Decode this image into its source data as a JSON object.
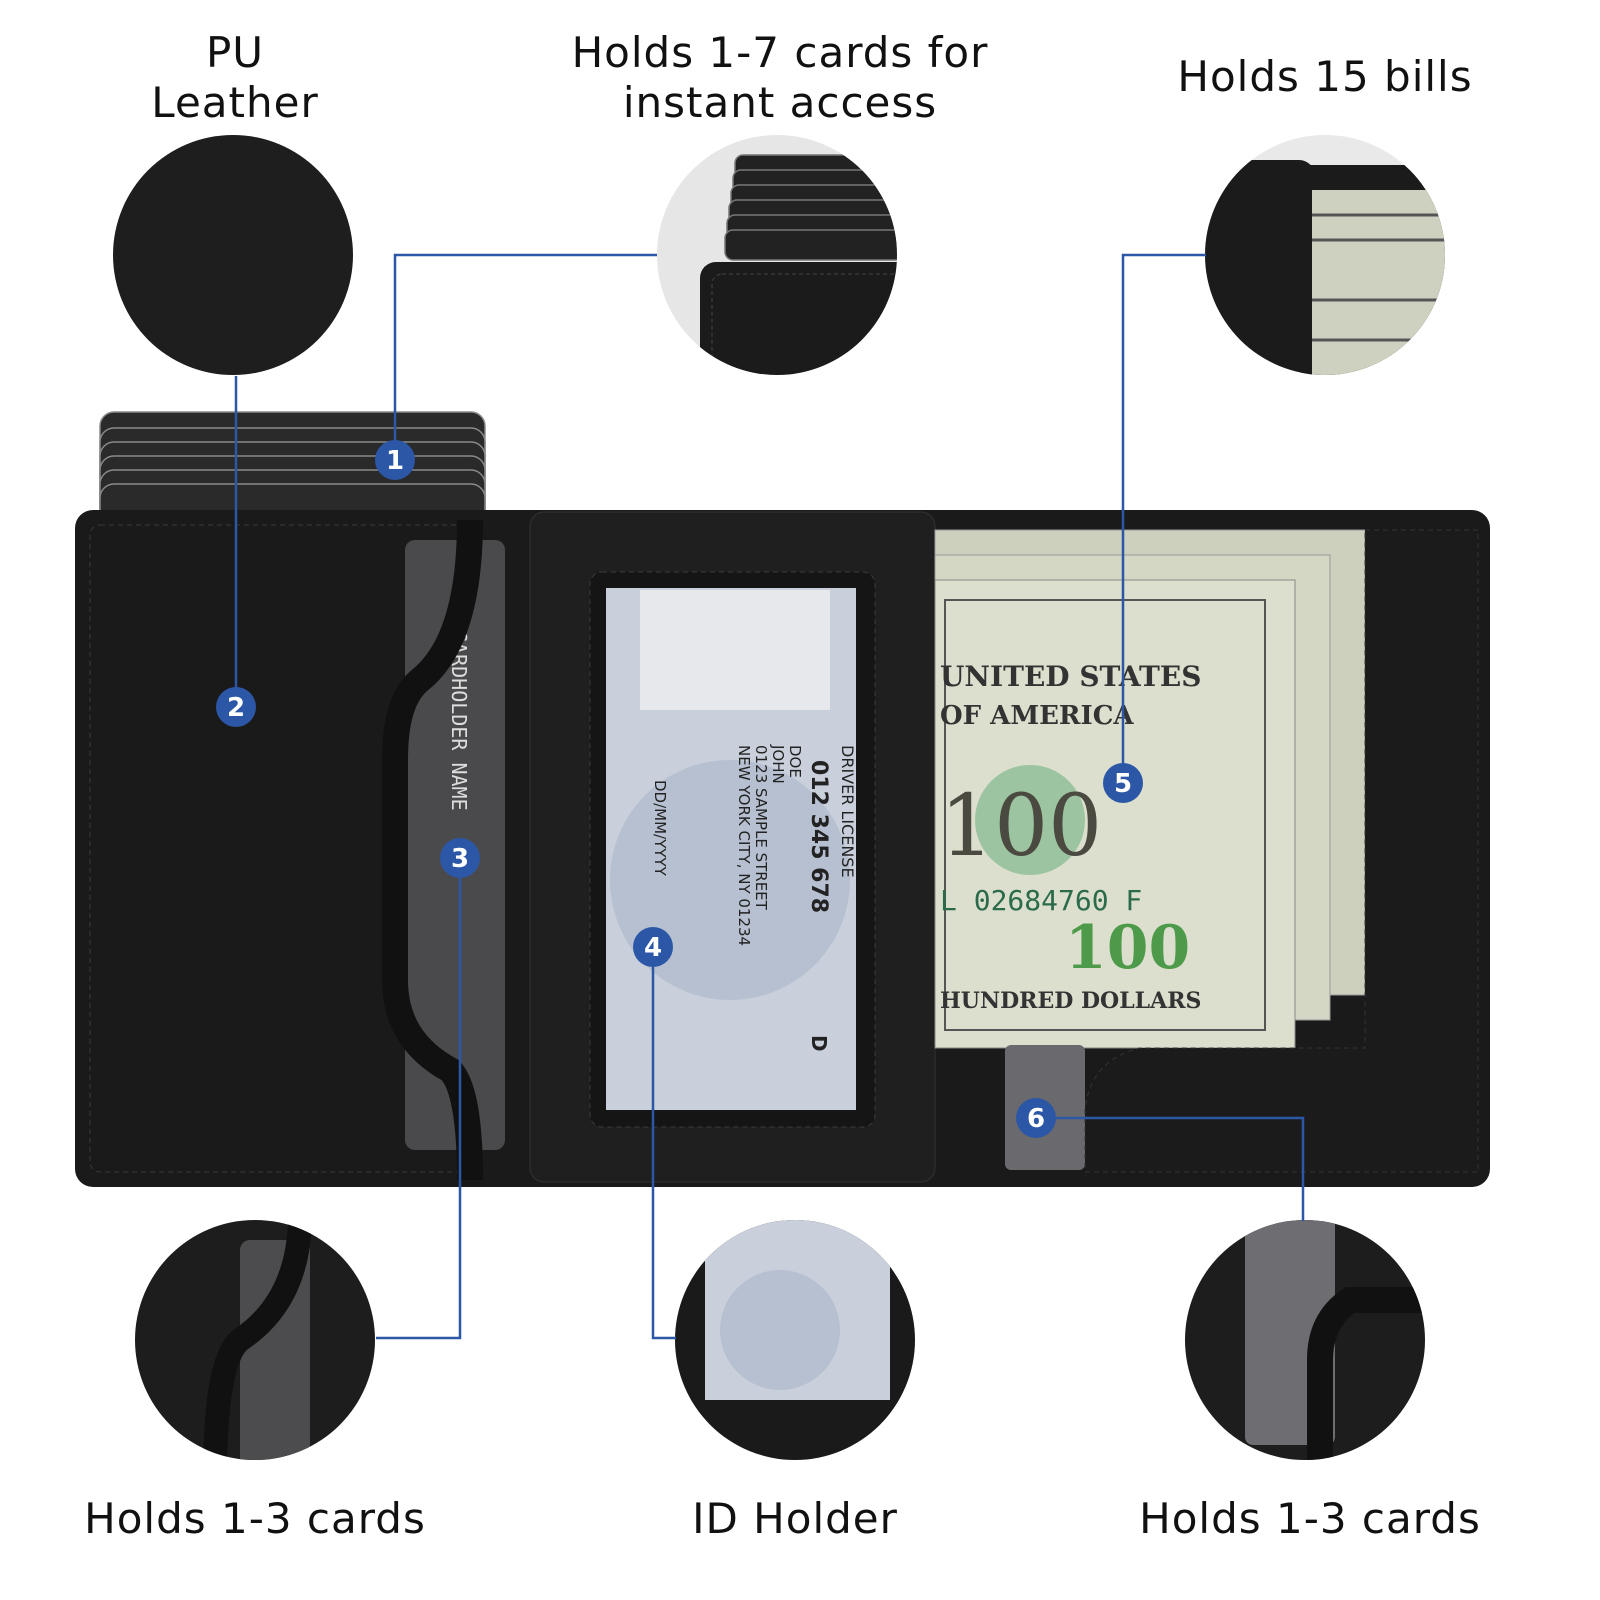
{
  "features": {
    "top_left": "PU Leather",
    "top_middle": "Holds 1-7 cards for instant access",
    "top_right": "Holds 15 bills",
    "bottom_left": "Holds 1-3 cards",
    "bottom_middle": "ID Holder",
    "bottom_right": "Holds 1-3 cards"
  },
  "markers": [
    "1",
    "2",
    "3",
    "4",
    "5",
    "6"
  ],
  "license": {
    "title": "DRIVER LICENSE",
    "id": "012 345 678",
    "last": "DOE",
    "first": "JOHN",
    "street": "0123 SAMPLE STREET",
    "city": "NEW YORK CITY, NY 01234",
    "dob": "DD/MM/YYYY",
    "class": "D"
  },
  "bill": {
    "denomination": "100",
    "serial": "L 02684760 F",
    "line1": "UNITED STATES",
    "line2": "OF AMERICA",
    "bottom": "HUNDRED DOLLARS"
  },
  "card": {
    "holder": "CARDHOLDER NAME"
  },
  "colors": {
    "accent": "#2b57a6",
    "leather": "#1c1c1c",
    "bill": "#d9dccb"
  }
}
